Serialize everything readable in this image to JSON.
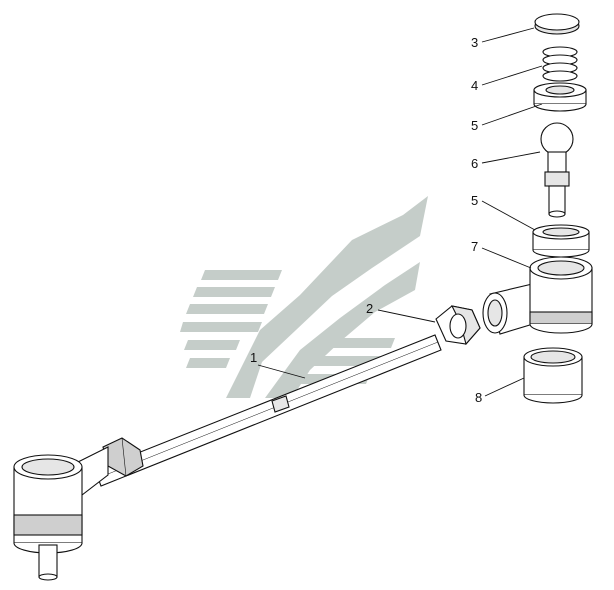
{
  "diagram": {
    "callouts": [
      {
        "label": "1"
      },
      {
        "label": "2"
      },
      {
        "label": "3"
      },
      {
        "label": "4"
      },
      {
        "label": "5"
      },
      {
        "label": "6"
      },
      {
        "label": "5"
      },
      {
        "label": "7"
      },
      {
        "label": "8"
      }
    ]
  },
  "colors": {
    "background": "#ffffff",
    "line": "#111111",
    "watermark": "#c5cdc9"
  }
}
